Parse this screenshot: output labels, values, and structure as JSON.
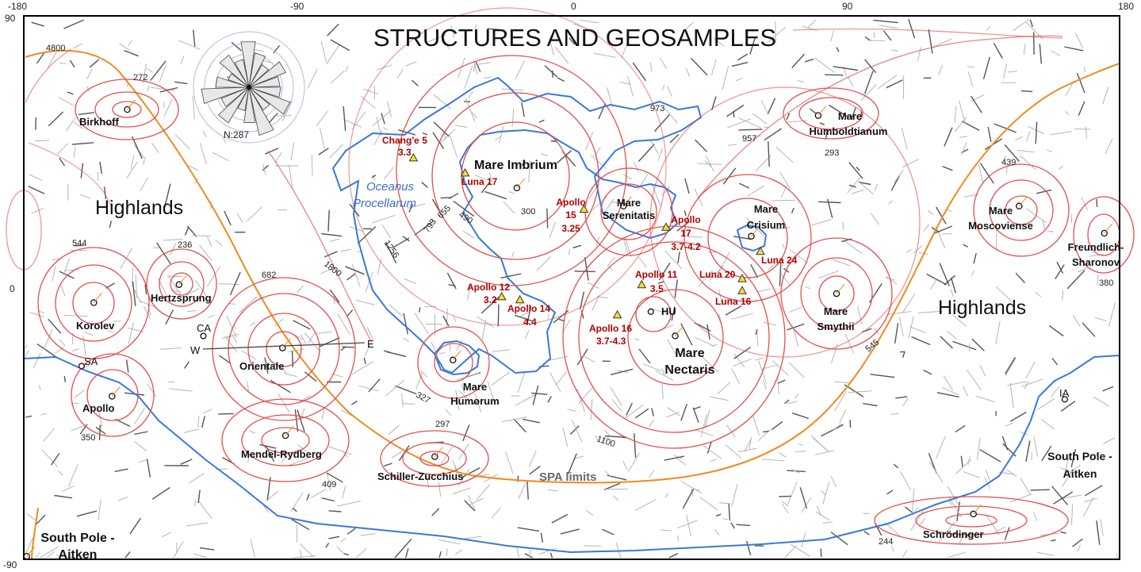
{
  "title": "STRUCTURES AND GEOSAMPLES",
  "axes": {
    "lon_ticks": [
      "-180",
      "-90",
      "0",
      "90",
      "180"
    ],
    "lat_ticks": [
      "90",
      "0",
      "-90"
    ]
  },
  "rose": {
    "count_label": "N:287"
  },
  "regions": {
    "highlands_west": "Highlands",
    "highlands_east": "Highlands",
    "oceanus_line1": "Oceanus",
    "oceanus_line2": "Procellarum",
    "spa_limits": "SPA limits"
  },
  "basins": [
    {
      "id": "birkhoff",
      "name": "Birkhoff",
      "diam": "272",
      "lon": -146,
      "lat": 59
    },
    {
      "id": "mare-imbrium",
      "name": "Mare Imbrium",
      "diam": "300",
      "lon": -18,
      "lat": 33
    },
    {
      "id": "mare-serenitatis",
      "name_line1": "Mare",
      "name_line2": "Serenitatis",
      "lon": 17,
      "lat": 27
    },
    {
      "id": "mare-crisium",
      "name_line1": "Mare",
      "name_line2": "Crisium",
      "lon": 59,
      "lat": 17
    },
    {
      "id": "mare-humboldtianum",
      "name_line1": "Mare",
      "name_line2": "Humboldtianum",
      "diam": "293",
      "lon": 81,
      "lat": 57
    },
    {
      "id": "mare-moscoviense",
      "name_line1": "Mare",
      "name_line2": "Moscoviense",
      "diam": "439",
      "lon": 147,
      "lat": 27
    },
    {
      "id": "freundlich-sharonov",
      "name_line1": "Freundlich-",
      "name_line2": "Sharonov",
      "diam": "380",
      "lon": 175,
      "lat": 18
    },
    {
      "id": "korolev",
      "name": "Korolev",
      "diam": "544",
      "lon": -157,
      "lat": -5
    },
    {
      "id": "hertzsprung",
      "name": "Hertzsprung",
      "diam": "236",
      "lon": -129,
      "lat": 1
    },
    {
      "id": "orientale",
      "name": "Orientale",
      "diam": "682",
      "lon": -95,
      "lat": -20
    },
    {
      "id": "apollo",
      "name": "Apollo",
      "diam": "350",
      "lon": -151,
      "lat": -36
    },
    {
      "id": "mendel-rydberg",
      "name": "Mendel-Rydberg",
      "diam": "409",
      "lon": -94,
      "lat": -49
    },
    {
      "id": "schiller-zucchius",
      "name": "Schiller-Zucchius",
      "diam": "297",
      "lon": -45,
      "lat": -56
    },
    {
      "id": "mare-humorum",
      "name_line1": "Mare",
      "name_line2": "Humorum",
      "diam": "327",
      "lon": -39,
      "lat": -24
    },
    {
      "id": "mare-nectaris",
      "name_line1": "Mare",
      "name_line2": "Nectaris",
      "lon": 34,
      "lat": -16
    },
    {
      "id": "mare-smythii",
      "name_line1": "Mare",
      "name_line2": "Smythii",
      "diam": "545",
      "lon": 87,
      "lat": -2
    },
    {
      "id": "schrodinger",
      "name": "Schrödinger",
      "diam": "244",
      "lon": 132,
      "lat": -75
    },
    {
      "id": "south-pole-aitken-west",
      "name_line1": "South Pole -",
      "name_line2": "Aitken",
      "lon": -179,
      "lat": -89
    },
    {
      "id": "south-pole-aitken-east",
      "name_line1": "South Pole -",
      "name_line2": "Aitken"
    }
  ],
  "small_points": [
    {
      "id": "hu",
      "name": "HU",
      "lon": 26,
      "lat": -8
    },
    {
      "id": "ca",
      "name": "CA",
      "lon": -121,
      "lat": -16
    },
    {
      "id": "sa",
      "name": "SA",
      "lon": -161,
      "lat": -26
    },
    {
      "id": "ia",
      "name": "IA",
      "lon": 162,
      "lat": -37
    }
  ],
  "orientale_axis": {
    "west": "W",
    "east": "E"
  },
  "ring_numbers": [
    "973",
    "957",
    "490",
    "655",
    "793",
    "1256",
    "1800",
    "4800",
    "1100"
  ],
  "samples": [
    {
      "id": "changE5",
      "name": "Chang'e 5",
      "age": "3.3",
      "lon": -52,
      "lat": 43
    },
    {
      "id": "luna17",
      "name": "Luna 17",
      "lon": -35,
      "lat": 38
    },
    {
      "id": "apollo15",
      "name_line1": "Apollo",
      "name_line2": "15",
      "age": "3.25",
      "lon": 4,
      "lat": 26
    },
    {
      "id": "apollo17",
      "name_line1": "Apollo",
      "name_line2": "17",
      "age": "3.7-4.2",
      "lon": 31,
      "lat": 20
    },
    {
      "id": "luna24",
      "name": "Luna 24",
      "lon": 62,
      "lat": 12
    },
    {
      "id": "apollo11",
      "name": "Apollo 11",
      "age": "3.5",
      "lon": 23,
      "lat": 1
    },
    {
      "id": "luna20",
      "name": "Luna 20",
      "lon": 56,
      "lat": 3
    },
    {
      "id": "luna16",
      "name": "Luna 16",
      "lon": 56,
      "lat": -1
    },
    {
      "id": "apollo12",
      "name": "Apollo 12",
      "age": "3.2",
      "lon": -23,
      "lat": -3
    },
    {
      "id": "apollo14",
      "name": "Apollo 14",
      "age": "4.4",
      "lon": -17,
      "lat": -4
    },
    {
      "id": "apollo16",
      "name": "Apollo 16",
      "age": "3.7-4.3",
      "lon": 15,
      "lat": -9
    }
  ],
  "colors": {
    "frame": "#000000",
    "basin_ring": "#e0504e",
    "inner_ring": "#ea8a88",
    "spa_limit": "#f08a1e",
    "mare_boundary": "#3a78d8",
    "lineament": "#555555",
    "sample_fill": "#f3e03a",
    "sample_text": "#b00000",
    "oceanus_text": "#3a6fd0"
  }
}
